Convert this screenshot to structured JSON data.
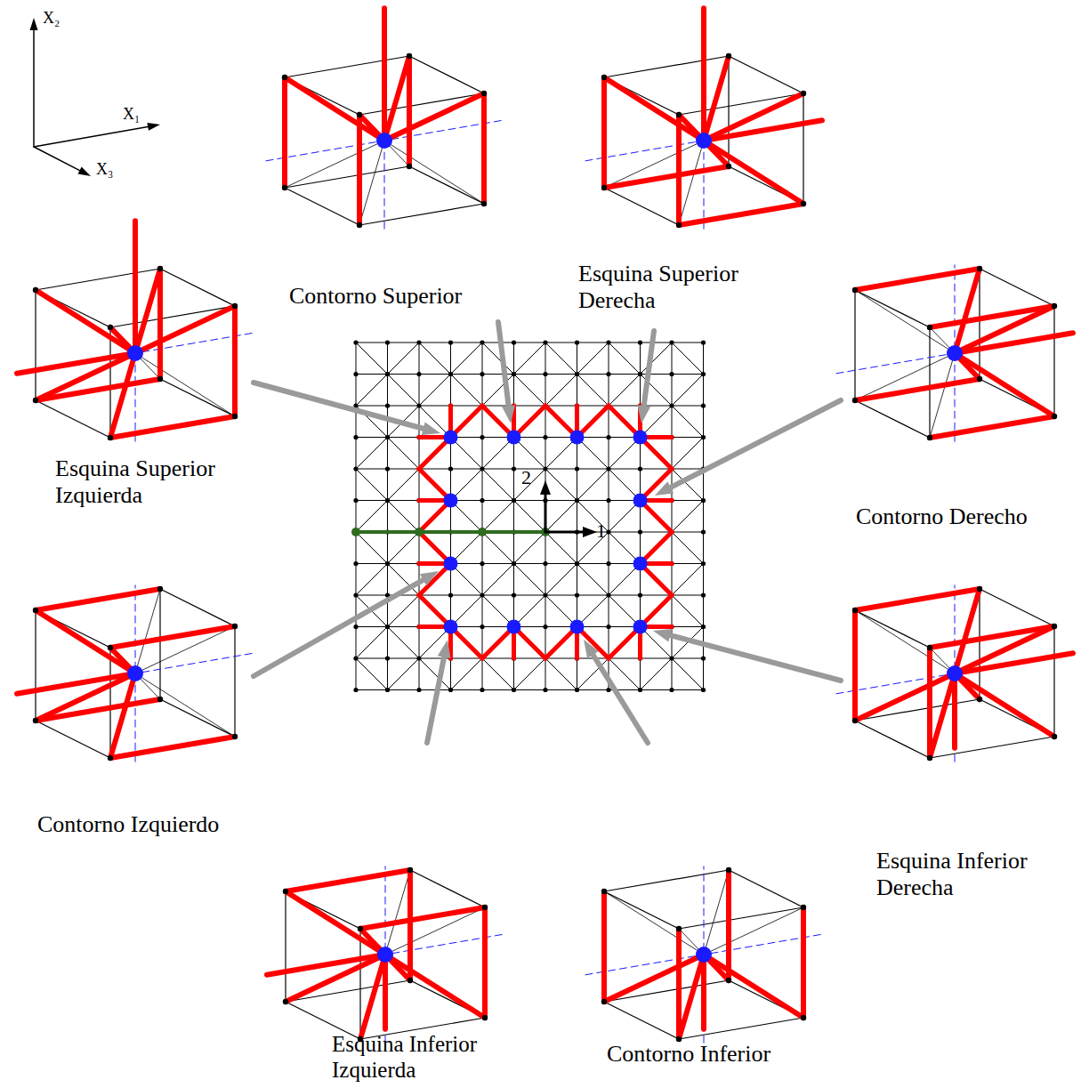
{
  "diagram": {
    "labels": [
      "X₂",
      "X₁",
      "X₃",
      "Contorno Superior",
      "Esquina Superior Derecha",
      "Esquina Superior Izquierda",
      "Contorno Derecho",
      "2",
      "1",
      "Contorno Izquierdo",
      "Esquina Inferior Derecha",
      "Esquina Inferior Izquierda",
      "Contorno Inferior"
    ]
  }
}
